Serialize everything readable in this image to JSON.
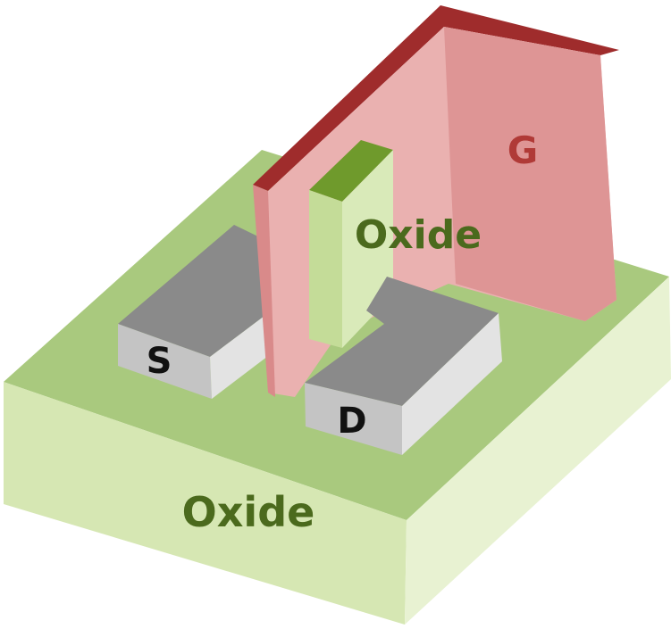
{
  "labels": {
    "gate": "G",
    "fin_oxide": "Oxide",
    "source": "S",
    "drain": "D",
    "base_oxide": "Oxide"
  },
  "colors": {
    "gate_label": "#b03a37",
    "oxide_label": "#4b6a1d",
    "terminal_label": "#111111",
    "oxide_top": "#a9c97e",
    "oxide_front": "#d6e7b3",
    "oxide_right": "#e8f2d2",
    "gate_face": "#eab1b0",
    "gate_shade": "#de9595",
    "gate_top": "#9f2c2c",
    "fin_face": "#d9eab9",
    "fin_top": "#6f9a2c",
    "contact_top": "#8a8a8a",
    "contact_front": "#c4c4c4",
    "contact_side": "#e3e3e3"
  }
}
